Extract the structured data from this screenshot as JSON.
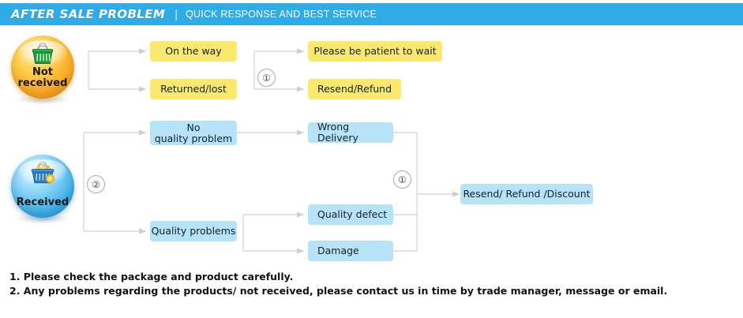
{
  "header": {
    "title": "AFTER SALE PROBLEM",
    "separator": "|",
    "subtitle": "QUICK RESPONSE AND BEST SERVICE",
    "bar_color": "#2fabe8",
    "text_color": "#ffffff"
  },
  "colors": {
    "yellow_box": "#fae96e",
    "blue_box": "#b6e3f8",
    "connector": "#d2d2d2",
    "badge_not_received": "#f9a825",
    "badge_received": "#45b5ea"
  },
  "badges": [
    {
      "id": "not-received",
      "label": "Not\nreceived",
      "label_line1": "Not",
      "label_line2": "received",
      "icon": "shopping-basket-empty-icon",
      "icon_color": "#1f9d3a"
    },
    {
      "id": "received",
      "label": "Received",
      "icon": "shopping-basket-filled-icon",
      "icon_color": "#2a7fc4"
    }
  ],
  "flow": {
    "not_received": {
      "stage1": [
        {
          "id": "on-the-way",
          "label": "On the way",
          "color": "yellow"
        },
        {
          "id": "returned-lost",
          "label": "Returned/lost",
          "color": "yellow"
        }
      ],
      "stage2": [
        {
          "id": "please-be-patient-to-wait",
          "label": "Please be patient to wait",
          "color": "yellow"
        },
        {
          "id": "resend-refund",
          "label": "Resend/Refund",
          "color": "yellow"
        }
      ],
      "step_marker": "①"
    },
    "received": {
      "branch_marker": "②",
      "stage1": [
        {
          "id": "no-quality-problem",
          "label": "No quality problem",
          "label_line1": "No",
          "label_line2": "quality problem",
          "color": "blue"
        },
        {
          "id": "quality-problems",
          "label": "Quality problems",
          "color": "blue"
        }
      ],
      "stage2": [
        {
          "id": "wrong-delivery",
          "label": "Wrong Delivery",
          "color": "blue"
        },
        {
          "id": "quality-defect",
          "label": "Quality defect",
          "color": "blue"
        },
        {
          "id": "damage",
          "label": "Damage",
          "color": "blue"
        }
      ],
      "step_marker": "①",
      "stage3": {
        "id": "resend-refund-discount",
        "label": "Resend/ Refund /Discount",
        "color": "blue"
      }
    }
  },
  "notes": [
    "1. Please check the package and product carefully.",
    "2. Any problems regarding the products/ not received, please contact us in time by trade manager, message or email."
  ]
}
